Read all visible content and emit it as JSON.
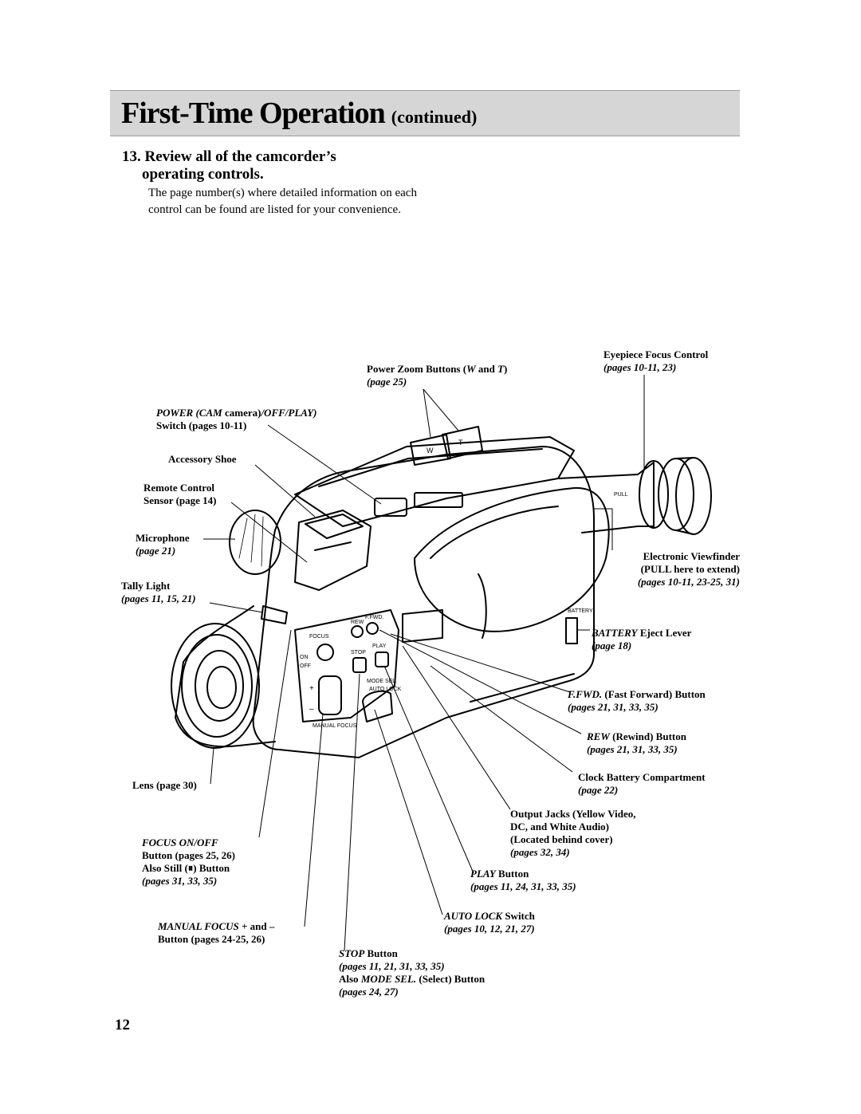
{
  "header": {
    "title": "First-Time Operation",
    "subtitle": "(continued)"
  },
  "step": {
    "line1": "13. Review all of the camcorder’s",
    "line2": "operating controls."
  },
  "intro": "The page number(s) where detailed information on each control can be found are listed for your convenience.",
  "labels": {
    "zoom": {
      "name": "Power Zoom Buttons (",
      "w": "W",
      "and": " and ",
      "t": "T",
      "close": ")",
      "page": "(page 25)"
    },
    "eyepiece": {
      "name": "Eyepiece Focus Control",
      "page": "(pages 10-11, 23)"
    },
    "power": {
      "name": "POWER (CAM",
      "cam": " camera)",
      "rest": "/OFF/PLAY)",
      "switch": "Switch (pages 10-11)"
    },
    "shoe": {
      "name": "Accessory Shoe"
    },
    "remote": {
      "name": "Remote Control",
      "page": "Sensor (page 14)"
    },
    "mic": {
      "name": "Microphone",
      "page": "(page 21)"
    },
    "viewfinder": {
      "name": "Electronic Viewfinder",
      "pull": "(PULL here to extend)",
      "page": "(pages 10-11, 23-25, 31)"
    },
    "tally": {
      "name": "Tally Light",
      "page": "(pages 11, 15, 21)"
    },
    "battery": {
      "name": "BATTERY",
      "rest": " Eject Lever",
      "page": "(page 18)"
    },
    "ffwd": {
      "name": "F.FWD.",
      "rest": " (Fast Forward) Button",
      "page": "(pages 21, 31, 33, 35)"
    },
    "rew": {
      "name": "REW",
      "rest": " (Rewind) Button",
      "page": "(pages 21, 31, 33, 35)"
    },
    "lens": {
      "name": "Lens (page 30)"
    },
    "clock": {
      "name": "Clock Battery Compartment",
      "page": "(page 22)"
    },
    "output": {
      "l1": "Output Jacks (Yellow Video,",
      "l2": "DC, and White Audio)",
      "l3": "(Located behind cover)",
      "page": "(pages 32, 34)"
    },
    "focus": {
      "name": "FOCUS ON/OFF",
      "l2": "Button (pages 25, 26)",
      "l3": "Also Still (⏸) Button",
      "page": "(pages 31, 33, 35)"
    },
    "play": {
      "name": "PLAY",
      "rest": " Button",
      "page": "(pages 11, 24, 31, 33, 35)"
    },
    "manual": {
      "name": "MANUAL FOCUS",
      "rest": " + and –",
      "l2": "Button (pages 24-25, 26)"
    },
    "autolock": {
      "name": "AUTO LOCK",
      "rest": " Switch",
      "page": "(pages 10, 12, 21, 27)"
    },
    "stop": {
      "name": "STOP",
      "rest": " Button",
      "page": "(pages 11, 21, 31, 33, 35)",
      "also": "Also ",
      "mode": "MODE SEL.",
      "modeRest": " (Select) Button",
      "page2": "(pages 24, 27)"
    }
  },
  "camera_marks": {
    "focus": "FOCUS",
    "on": "ON",
    "off": "OFF",
    "rew": "REW",
    "ffwd": "F.FWD.",
    "stop": "STOP",
    "play": "PLAY",
    "mode": "MODE SEL.",
    "autolock": "AUTO LOCK",
    "manual": "MANUAL FOCUS",
    "battery": "BATTERY",
    "pull": "PULL",
    "plus": "+",
    "minus": "–",
    "w": "W",
    "t": "T"
  },
  "page_number": "12"
}
